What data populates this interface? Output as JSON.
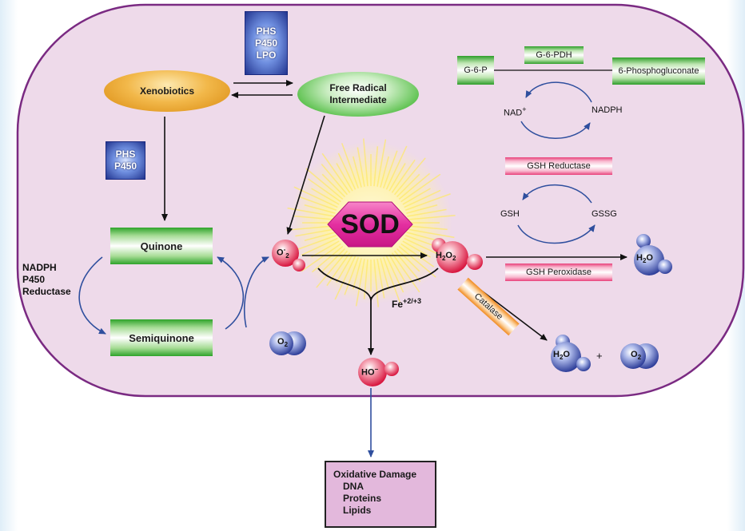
{
  "inputs": {
    "xenobiotics": "Xenobiotics",
    "free_radical_line1": "Free Radical",
    "free_radical_line2": "Intermediate"
  },
  "enzymes": {
    "top_box": [
      "PHS",
      "P450",
      "LPO"
    ],
    "left_box": [
      "PHS",
      "P450"
    ],
    "reductase": [
      "NADPH",
      "P450",
      "Reductase"
    ],
    "sod": "SOD",
    "g6pdh": "G-6-PDH",
    "gsh_reductase": "GSH Reductase",
    "gsh_peroxidase": "GSH Peroxidase",
    "catalase": "Catalase"
  },
  "quinone_cycle": {
    "quinone": "Quinone",
    "semiquinone": "Semiquinone"
  },
  "metabolites": {
    "g6p": "G-6-P",
    "phosphogluconate": "6-Phosphogluconate",
    "nad": "NAD",
    "nad_charge": "+",
    "nadph": "NADPH",
    "gsh": "GSH",
    "gssg": "GSSG",
    "fe": "Fe",
    "fe_charge": "+2/+3",
    "plus": "+"
  },
  "molecules": {
    "superoxide": "O",
    "superoxide_sub": "2",
    "superoxide_charge": "-",
    "oxygen": "O",
    "oxygen_sub": "2",
    "peroxide_h": "H",
    "peroxide_h_sub": "2",
    "peroxide_o": "O",
    "peroxide_o_sub": "2",
    "water_h": "H",
    "water_h_sub": "2",
    "water_o": "O",
    "hydroxyl": "HO",
    "hydroxyl_charge": "−"
  },
  "damage": {
    "title": "Oxidative Damage",
    "items": [
      "DNA",
      "Proteins",
      "Lipids"
    ]
  },
  "colors": {
    "cell_fill": "#eedaea",
    "cell_border": "#7a2a82",
    "arrow_blue": "#2f4f9e",
    "molecule_red": "#e83a5c",
    "molecule_blue": "#4b5fb0"
  }
}
